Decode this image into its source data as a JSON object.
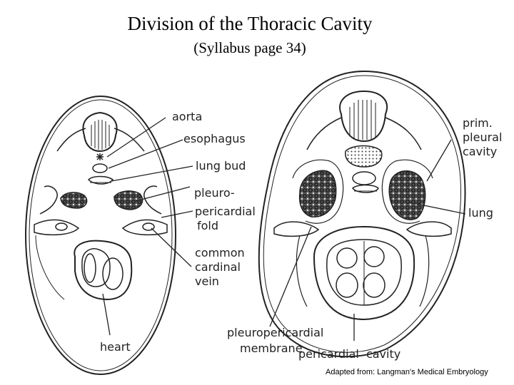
{
  "title": "Division of the Thoracic Cavity",
  "subtitle": "(Syllabus page 34)",
  "left_labels": {
    "aorta": "aorta",
    "esophagus": "esophagus",
    "lung_bud": "lung bud",
    "pleuro_1": "pleuro-",
    "pleuro_2": "pericardial",
    "pleuro_3": "fold",
    "ccv_1": "common",
    "ccv_2": "cardinal",
    "ccv_3": "vein",
    "heart": "heart"
  },
  "right_labels": {
    "prim_1": "prim.",
    "prim_2": "pleural",
    "prim_3": "cavity",
    "lung": "lung",
    "ppm_1": "pleuropericardial",
    "ppm_2": "membrane",
    "pericardial_cavity": "pericardial  cavity"
  },
  "credit": "Adapted from:  Langman's Medical Embryology"
}
